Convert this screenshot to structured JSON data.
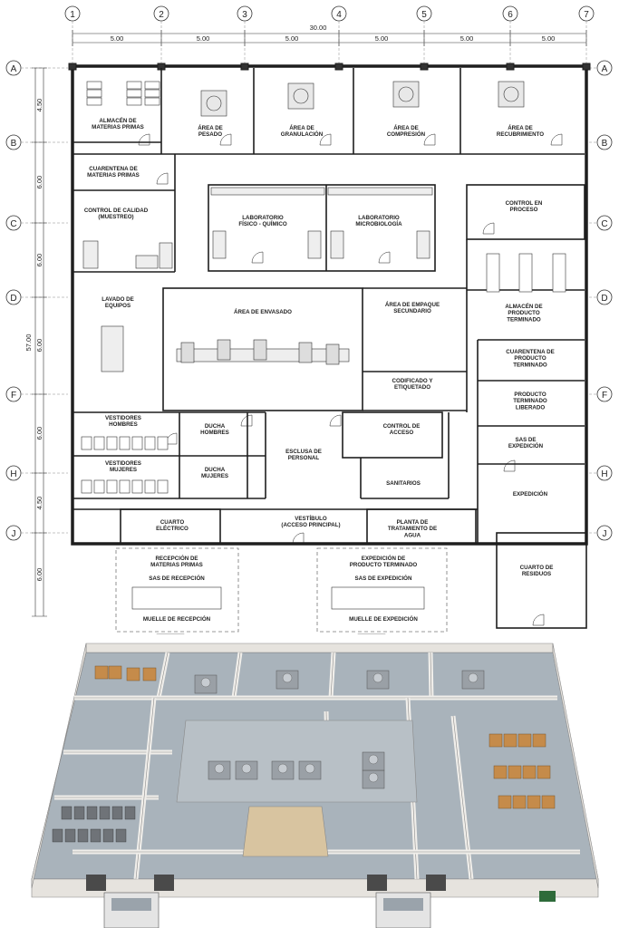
{
  "axes": {
    "columns": [
      "1",
      "2",
      "3",
      "4",
      "5",
      "6",
      "7"
    ],
    "rows": [
      "A",
      "B",
      "C",
      "D",
      "F",
      "H",
      "J"
    ]
  },
  "dimensions": {
    "total_width": "30.00",
    "bays": [
      "5.00",
      "5.00",
      "5.00",
      "5.00",
      "5.00",
      "5.00"
    ],
    "total_height": "57.00",
    "row_spacings": [
      "4.50",
      "6.00",
      "6.00",
      "6.00",
      "6.00",
      "4.50",
      "6.00"
    ]
  },
  "rooms": {
    "almacen_mp": [
      "ALMACÉN DE",
      "MATERIAS PRIMAS"
    ],
    "pesado": [
      "ÁREA DE",
      "PESADO"
    ],
    "granulacion": [
      "ÁREA DE",
      "GRANULACIÓN"
    ],
    "compresion": [
      "ÁREA DE",
      "COMPRESIÓN"
    ],
    "recubrimiento": [
      "ÁREA DE",
      "RECUBRIMIENTO"
    ],
    "cuarentena_mp": [
      "CUARENTENA DE",
      "MATERIAS PRIMAS"
    ],
    "control_calidad": [
      "CONTROL DE CALIDAD",
      "(MUESTREO)"
    ],
    "lab_fq": [
      "LABORATORIO",
      "FÍSICO - QUÍMICO"
    ],
    "lab_micro": [
      "LABORATORIO",
      "MICROBIOLOGÍA"
    ],
    "control_proceso": [
      "CONTROL EN",
      "PROCESO"
    ],
    "lavado": [
      "LAVADO DE",
      "EQUIPOS"
    ],
    "envasado": [
      "ÁREA DE ENVASADO"
    ],
    "empaque": [
      "ÁREA DE EMPAQUE",
      "SECUNDARIO"
    ],
    "almacen_pt": [
      "ALMACÉN DE",
      "PRODUCTO",
      "TERMINADO"
    ],
    "cuarentena_pt": [
      "CUARENTENA DE",
      "PRODUCTO",
      "TERMINADO"
    ],
    "codificado": [
      "CODIFICADO Y",
      "ETIQUETADO"
    ],
    "pt_liberado": [
      "PRODUCTO",
      "TERMINADO",
      "LIBERADO"
    ],
    "vest_hombres": [
      "VESTIDORES",
      "HOMBRES"
    ],
    "ducha_hombres": [
      "DUCHA",
      "HOMBRES"
    ],
    "esclusa": [
      "ESCLUSA DE",
      "PERSONAL"
    ],
    "control_acceso": [
      "CONTROL DE",
      "ACCESO"
    ],
    "sas_expedicion_int": [
      "SAS DE",
      "EXPEDICIÓN"
    ],
    "vest_mujeres": [
      "VESTIDORES",
      "MUJERES"
    ],
    "ducha_mujeres": [
      "DUCHA",
      "MUJERES"
    ],
    "sanitarios": [
      "SANITARIOS"
    ],
    "expedicion": [
      "EXPEDICIÓN"
    ],
    "cuarto_electrico": [
      "CUARTO",
      "ELÉCTRICO"
    ],
    "vestibulo": [
      "VESTÍBULO",
      "(ACCESO PRINCIPAL)"
    ],
    "planta_agua": [
      "PLANTA DE",
      "TRATAMIENTO DE",
      "AGUA"
    ],
    "cuarto_residuos": [
      "CUARTO DE",
      "RESIDUOS"
    ],
    "recepcion_mp": [
      "RECEPCIÓN DE",
      "MATERIAS PRIMAS"
    ],
    "sas_recepcion": [
      "SAS DE RECEPCIÓN"
    ],
    "muelle_recepcion": [
      "MUELLE DE RECEPCIÓN"
    ],
    "expedicion_pt": [
      "EXPEDICIÓN DE",
      "PRODUCTO TERMINADO"
    ],
    "sas_expedicion": [
      "SAS DE EXPEDICIÓN"
    ],
    "muelle_expedicion": [
      "MUELLE DE EXPEDICIÓN"
    ]
  },
  "colors": {
    "wall": "#1e1e1e",
    "iso_floor": "#a9b3bb",
    "iso_wall": "#e6e3de",
    "boxes": "#c58b4a",
    "machines": "#9aa0a6"
  }
}
